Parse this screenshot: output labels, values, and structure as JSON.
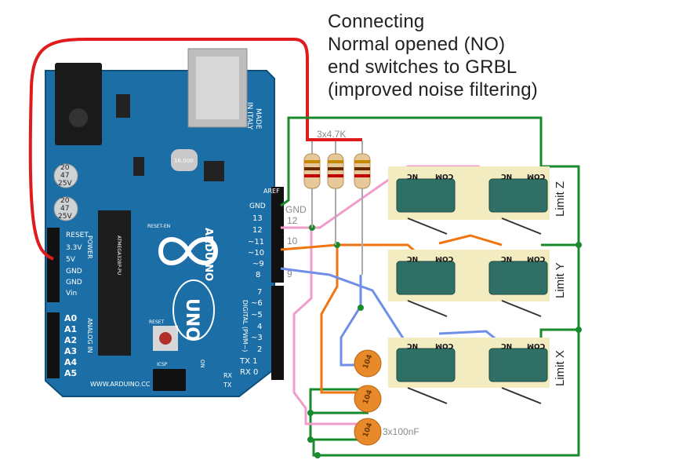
{
  "title": {
    "lines": [
      "Connecting",
      "Normal opened (NO)",
      "end switches to GRBL",
      "(improved noise filtering)"
    ]
  },
  "labels": {
    "resistors": "3x4.7K",
    "capacitors": "3x100nF",
    "wire_gnd": "GND",
    "wire_12": "12",
    "wire_10": "10",
    "wire_9": "9"
  },
  "board": {
    "made_in": [
      "MADE",
      "IN ITALY"
    ],
    "brand": "ARDUINO",
    "model": "UNO",
    "website": "WWW.ARDUINO.CC",
    "aref": "AREF",
    "digital_label": "DIGITAL (PWM~)",
    "power_label": "POWER",
    "analog_label": "ANALOG IN",
    "reset_en": "RESET-EN",
    "reset": "RESET",
    "icsp": "ICSP",
    "on": "ON",
    "tx": "TX",
    "rx": "RX",
    "chip": "ATMEGA328P-PU",
    "crystal": "16.000",
    "cap_small": [
      "20",
      "47",
      "25V"
    ],
    "power_pins": [
      "RESET",
      "3.3V",
      "5V",
      "GND",
      "GND",
      "Vin"
    ],
    "analog_pins": [
      "A0",
      "A1",
      "A2",
      "A3",
      "A4",
      "A5"
    ],
    "digital_pins_top": [
      "GND",
      "13",
      "12",
      "~11",
      "~10",
      "~9",
      "8"
    ],
    "digital_pins_bottom": [
      "7",
      "~6",
      "~5",
      "4",
      "~3",
      "2",
      "TX 1",
      "RX 0"
    ]
  },
  "switches": {
    "nc": "NC",
    "com": "COM",
    "limits": [
      "Limit Z",
      "Limit Y",
      "Limit X"
    ]
  },
  "capacitor_code": "104",
  "colors": {
    "red": "#e01b1b",
    "green": "#1a8a2e",
    "pink": "#f19ccb",
    "orange": "#f07410",
    "blue": "#6f8ee8",
    "board": "#1c6fa6",
    "cap": "#e88a2a",
    "switch_bg": "#f3ecc0"
  }
}
